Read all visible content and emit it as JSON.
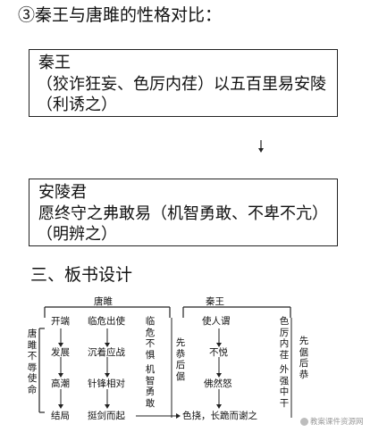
{
  "section3_title": "③秦王与唐雎的性格对比：",
  "qin_box": {
    "name": "秦王",
    "line1": "（狡诈狂妄、色厉内荏）以五百里易安陵",
    "line2": "（利诱之）"
  },
  "anling_box": {
    "name": "安陵君",
    "line1": "愿终守之弗敢易（机智勇敢、不卑不亢）",
    "line2": "（明辨之）"
  },
  "section_board_title": "三、板书设计",
  "board": {
    "header_left": "唐雎",
    "header_right": "秦王",
    "side_left": "唐雎不辱使命",
    "col1": [
      "开端",
      "发展",
      "高潮",
      "结局"
    ],
    "col2": [
      "临危出使",
      "沉着应战",
      "针锋相对",
      "挺剑而起"
    ],
    "col3a": "临危不惧",
    "col3b": "机智勇敢",
    "col4": "先恭后倨",
    "col5": [
      "使人谓",
      "不悦",
      "佛然怒",
      "色挠，长跪而谢之"
    ],
    "col6a": "色厉内荏",
    "col6b": "外强中干",
    "col7": "先倨后恭"
  },
  "watermark": "教案课件资源网"
}
